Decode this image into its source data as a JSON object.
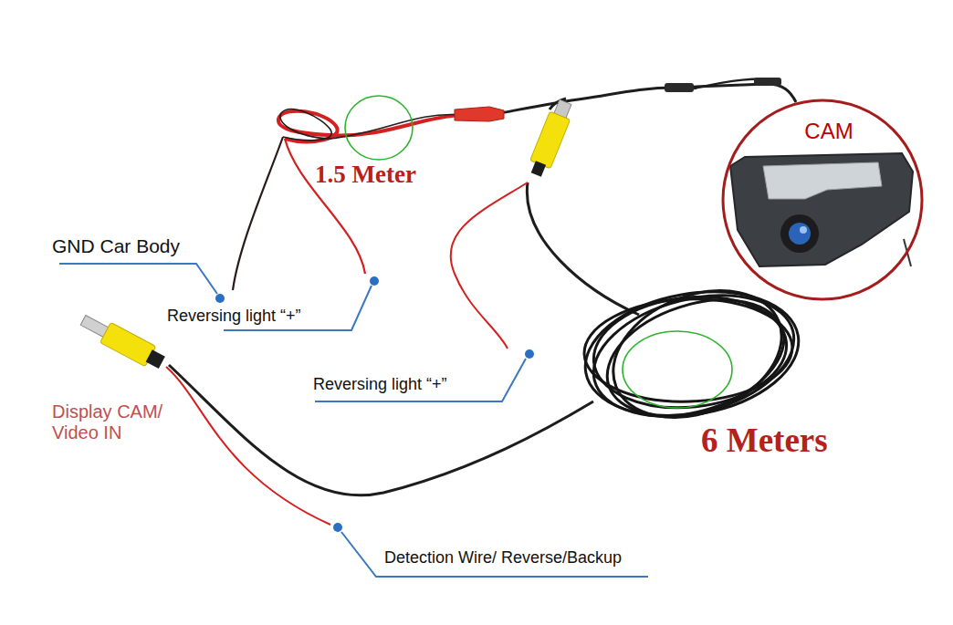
{
  "diagram": {
    "nodes": [
      {
        "text": [
          "CAM"
        ]
      }
    ],
    "labels": [
      "1.5 Meter",
      "GND Car Body",
      "Reversing light “+”",
      "Reversing light “+”",
      "Display CAM/ Video IN",
      "6 Meters",
      "Detection Wire/ Reverse/Backup"
    ]
  }
}
